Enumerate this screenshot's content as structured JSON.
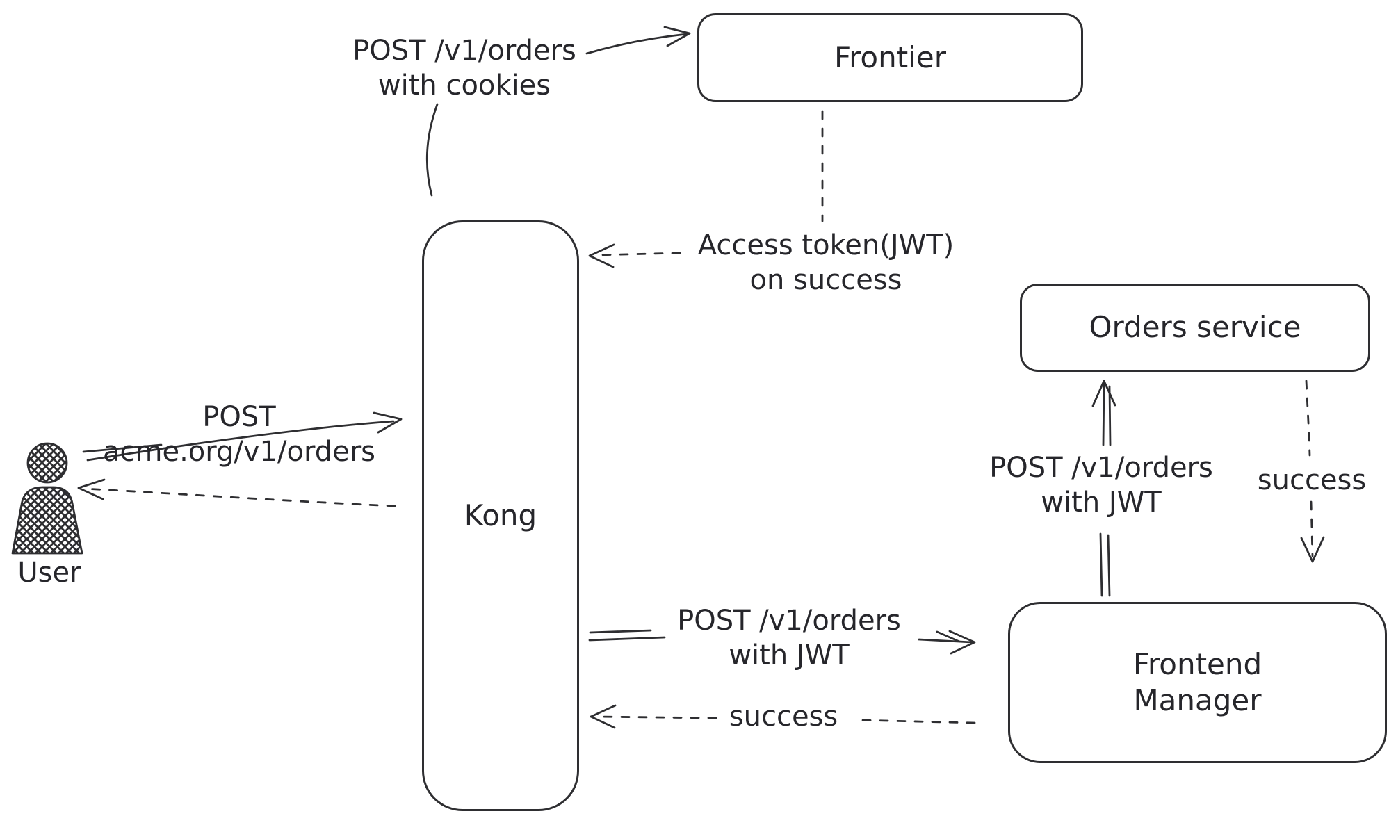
{
  "nodes": {
    "frontier": "Frontier",
    "kong": "Kong",
    "orders_service": "Orders service",
    "frontend_manager": {
      "line1": "Frontend",
      "line2": "Manager"
    },
    "user": "User"
  },
  "labels": {
    "post_cookies": {
      "line1": "POST /v1/orders",
      "line2": "with cookies"
    },
    "access_token": {
      "line1": "Access token(JWT)",
      "line2": "on success"
    },
    "post_acme": {
      "line1": "POST",
      "line2": "acme.org/v1/orders"
    },
    "post_jwt_gateway": {
      "line1": "POST /v1/orders",
      "line2": "with JWT"
    },
    "success_gateway": "success",
    "post_jwt_orders": {
      "line1": "POST /v1/orders",
      "line2": "with JWT"
    },
    "success_orders": "success"
  },
  "icons": {
    "user": "user-icon"
  },
  "colors": {
    "stroke": "#2e2e31",
    "text": "#26262b",
    "hatch": "#d8d8d8",
    "background": "#ffffff"
  }
}
